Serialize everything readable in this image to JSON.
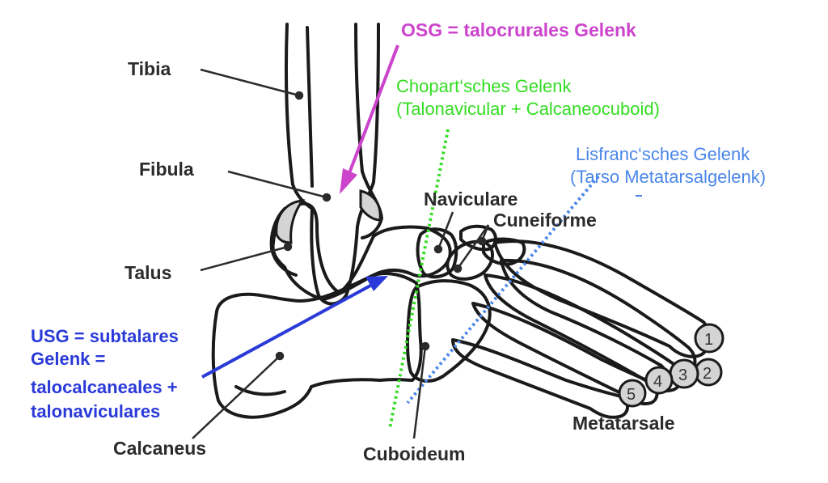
{
  "colors": {
    "osg": "#cc44cc",
    "chopart": "#33dd22",
    "lisfranc": "#4a86e8",
    "usg": "#2a3ad8",
    "bone_outline": "#1a1a1a",
    "cartilage": "#d4d4d4",
    "label_text": "#2b2b2b"
  },
  "bones": {
    "tibia": "Tibia",
    "fibula": "Fibula",
    "talus": "Talus",
    "calcaneus": "Calcaneus",
    "naviculare": "Naviculare",
    "cuneiforme": "Cuneiforme",
    "cuboideum": "Cuboideum",
    "metatarsale": "Metatarsale"
  },
  "joints": {
    "osg": "OSG = talocrurales Gelenk",
    "chopart_line1": "Chopart‘sches Gelenk",
    "chopart_line2": "(Talonavicular + Calcaneocuboid)",
    "lisfranc_line1": "Lisfranc‘sches Gelenk",
    "lisfranc_line2": "(Tarso Metatarsalgelenk)",
    "usg_line1": "USG = subtalares",
    "usg_line2": "Gelenk =",
    "usg_line3": "talocalcaneales +",
    "usg_line4": "talonaviculares"
  },
  "toe_numbers": [
    "1",
    "2",
    "3",
    "4",
    "5"
  ]
}
